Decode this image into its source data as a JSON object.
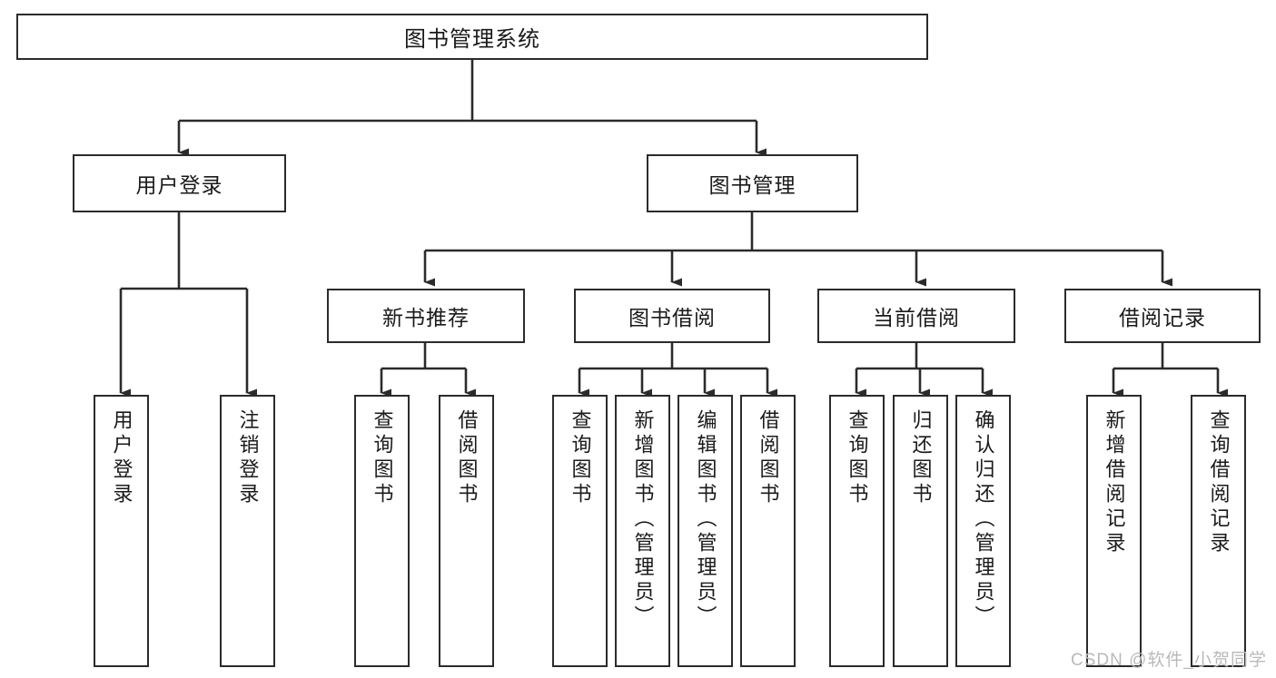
{
  "diagram": {
    "title": "图书管理系统",
    "type": "tree",
    "watermark": "CSDN @软件_小贺同学",
    "colors": {
      "stroke": "#2b2b2b",
      "fill": "#ffffff",
      "text": "#1a1a1a",
      "watermark": "#b9b9b9"
    },
    "nodes": {
      "root": {
        "label": "图书管理系统"
      },
      "level2": [
        {
          "label": "用户登录"
        },
        {
          "label": "图书管理"
        }
      ],
      "level3": [
        {
          "label": "新书推荐"
        },
        {
          "label": "图书借阅"
        },
        {
          "label": "当前借阅"
        },
        {
          "label": "借阅记录"
        }
      ],
      "leaves": [
        {
          "label": "用户登录"
        },
        {
          "label": "注销登录"
        },
        {
          "label": "查询图书"
        },
        {
          "label": "借阅图书"
        },
        {
          "label": "查询图书"
        },
        {
          "label": "新增图书（管理员）"
        },
        {
          "label": "编辑图书（管理员）"
        },
        {
          "label": "借阅图书"
        },
        {
          "label": "查询图书"
        },
        {
          "label": "归还图书"
        },
        {
          "label": "确认归还（管理员）"
        },
        {
          "label": "新增借阅记录"
        },
        {
          "label": "查询借阅记录"
        }
      ]
    }
  }
}
